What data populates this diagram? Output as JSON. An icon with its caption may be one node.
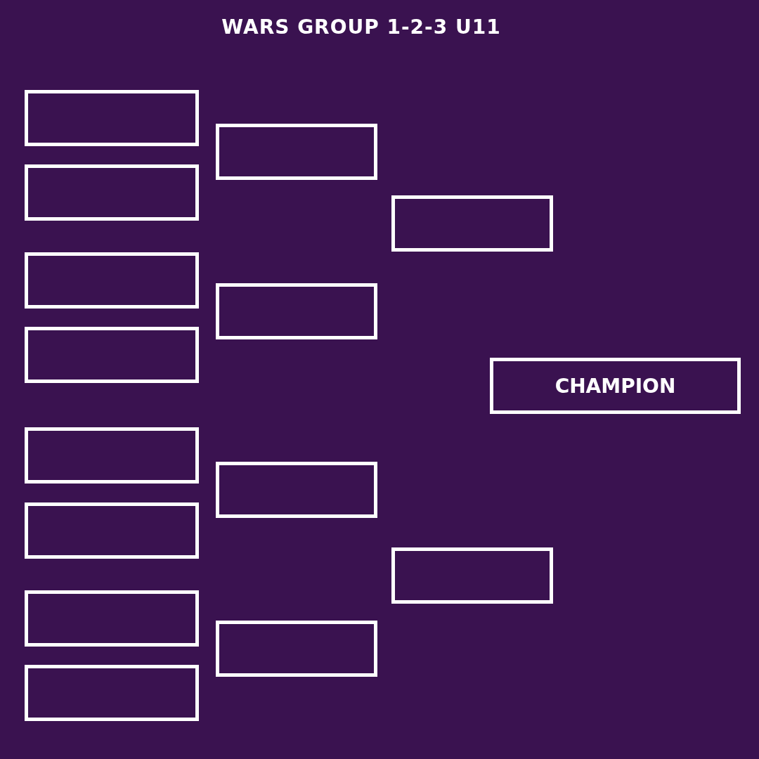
{
  "diagram": {
    "title": "WARS GROUP 1-2-3 U11",
    "nodes": [
      {
        "text": [],
        "shape": "box"
      },
      {
        "text": [],
        "shape": "box"
      },
      {
        "text": [],
        "shape": "box"
      },
      {
        "text": [],
        "shape": "box"
      },
      {
        "text": [],
        "shape": "box"
      },
      {
        "text": [],
        "shape": "box"
      },
      {
        "text": [],
        "shape": "box"
      },
      {
        "text": [],
        "shape": "box"
      },
      {
        "text": [],
        "shape": "box"
      },
      {
        "text": [],
        "shape": "box"
      },
      {
        "text": [],
        "shape": "box"
      },
      {
        "text": [],
        "shape": "box"
      },
      {
        "text": [],
        "shape": "box"
      },
      {
        "text": [],
        "shape": "box"
      },
      {
        "text": [
          "CHAMPION"
        ]
      }
    ]
  }
}
